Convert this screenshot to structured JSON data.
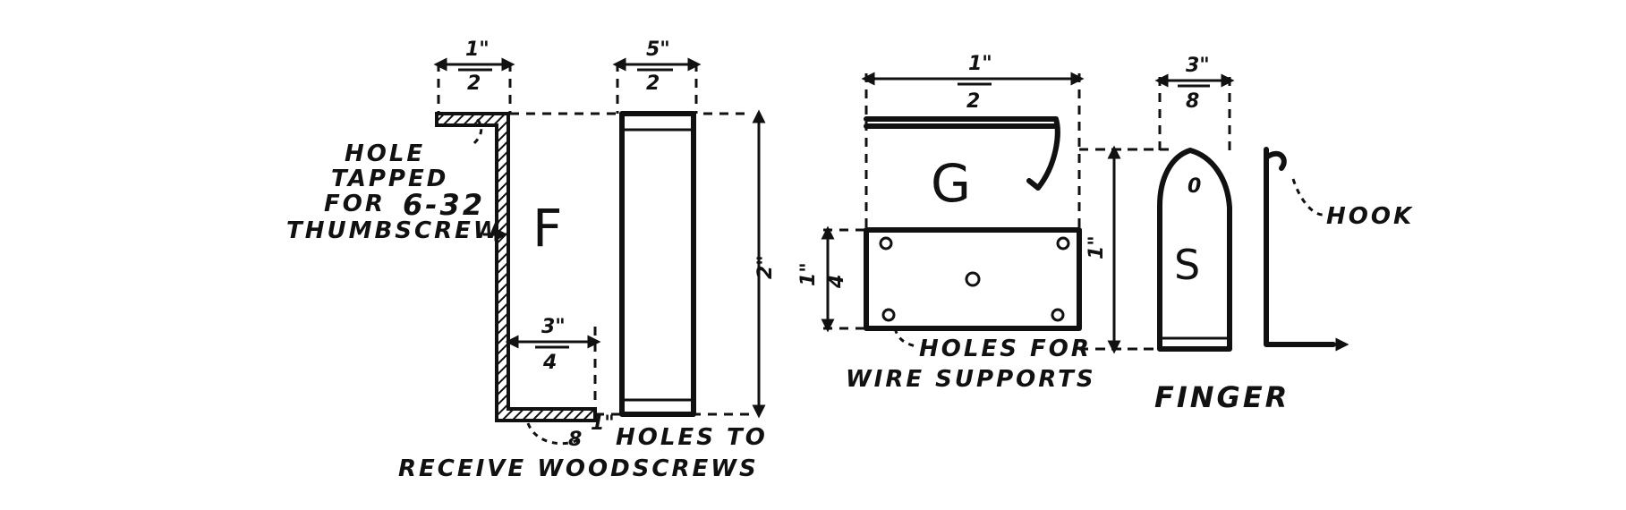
{
  "part_letters": {
    "f": "F",
    "g": "G",
    "s": "S"
  },
  "dimensions": {
    "f_flange_top_num": "1\"",
    "f_flange_top_den": "2",
    "f_side_num": "5\"",
    "f_side_den": "2",
    "f_height": "2\"",
    "f_bottom_num": "3\"",
    "f_bottom_den": "4",
    "f_hole_mark": "1\"",
    "f_hole_den": "8",
    "g_width_num": "1\"",
    "g_width_den": "2",
    "g_plate_num": "1\"",
    "g_plate_den": "4",
    "g_height": "1\"",
    "finger_width_num": "3\"",
    "finger_width_den": "8",
    "finger_hole": "0"
  },
  "labels": {
    "hole_line1": "HOLE",
    "hole_line2": "TAPPED",
    "hole_line3": "FOR",
    "hole_size": "6-32",
    "hole_line4": "THUMBSCREW",
    "holes_to": "HOLES TO",
    "receive": "RECEIVE WOODSCREWS",
    "holes_for": "HOLES FOR",
    "wire_supports": "WIRE SUPPORTS",
    "hook": "HOOK",
    "finger": "FINGER"
  }
}
